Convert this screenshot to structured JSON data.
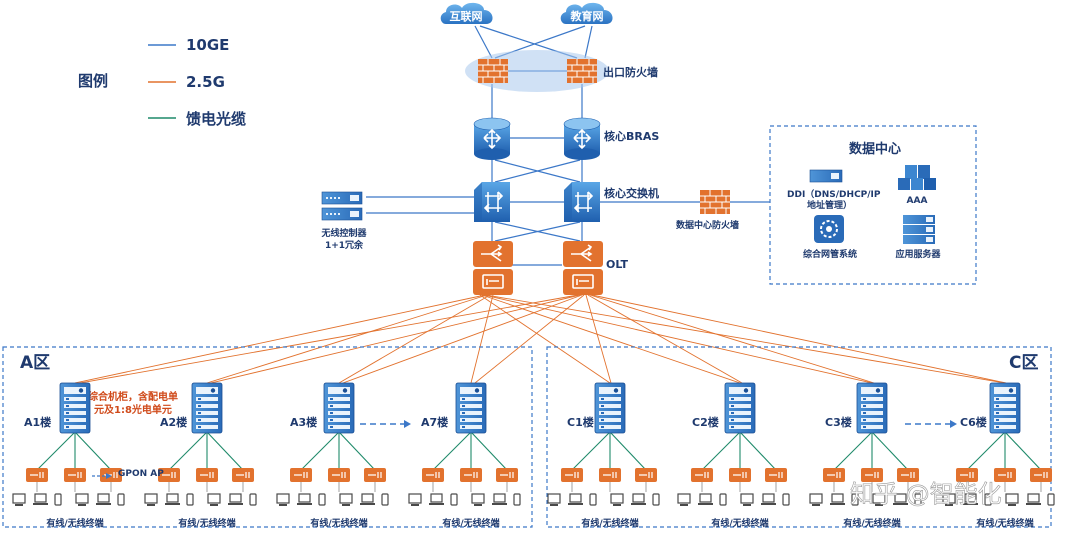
{
  "legend": {
    "title": "图例",
    "items": [
      {
        "label": "10GE",
        "color": "#3c78c8"
      },
      {
        "label": "2.5G",
        "color": "#e2722e"
      },
      {
        "label": "馈电光缆",
        "color": "#1f8a6a"
      }
    ]
  },
  "clouds": {
    "internet": "互联网",
    "edu": "教育网"
  },
  "core": {
    "exit_firewall": "出口防火墙",
    "bras": "核心BRAS",
    "switch": "核心交换机",
    "olt": "OLT",
    "wireless_controller_line1": "无线控制器",
    "wireless_controller_line2": "1+1冗余",
    "dc_firewall": "数据中心防火墙"
  },
  "datacenter": {
    "title": "数据中心",
    "ddi_line1": "DDI（DNS/DHCP/IP",
    "ddi_line2": "地址管理）",
    "aaa": "AAA",
    "nms": "综合网管系统",
    "app_server": "应用服务器"
  },
  "zones": {
    "a": {
      "title": "A区",
      "cabinet_note_line1": "综合机柜，含配电单",
      "cabinet_note_line2": "元及1:8光电单元",
      "gpon_ap": "GPON AP",
      "buildings": [
        "A1楼",
        "A2楼",
        "A3楼",
        "A7楼"
      ],
      "terminal_label": "有线/无线终端"
    },
    "c": {
      "title": "C区",
      "buildings": [
        "C1楼",
        "C2楼",
        "C3楼",
        "C6楼"
      ],
      "terminal_label": "有线/无线终端"
    }
  },
  "watermark": "知乎 @智能化"
}
